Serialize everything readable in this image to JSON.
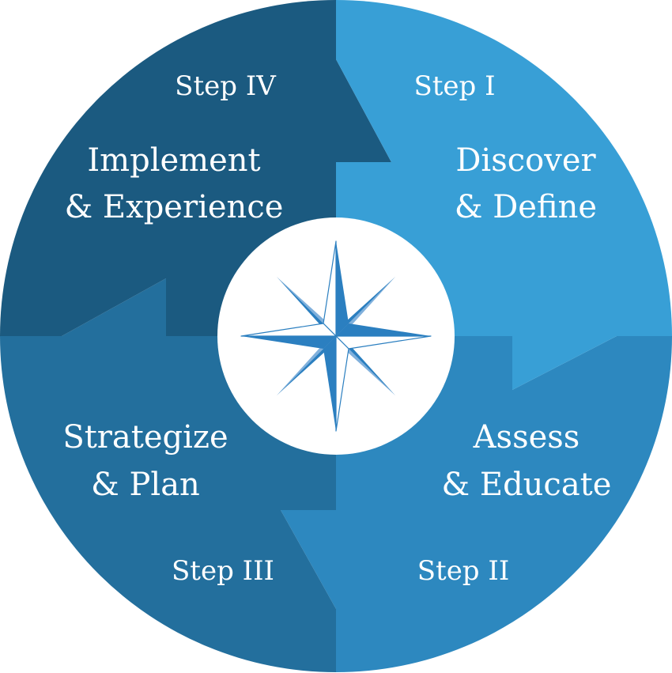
{
  "colors": {
    "step_1": "#389fd6",
    "step_2": "#2d88bf",
    "step_3": "#236f9d",
    "step_4": "#1b5a80",
    "center": "#ffffff",
    "compass_light": "#80b0dc",
    "compass_dark": "#2b7fc0",
    "label": "#ffffff"
  },
  "center_icon": "compass-rose-icon",
  "steps": [
    {
      "step_label": "Step I",
      "title_line1": "Discover",
      "title_line2": "& Define"
    },
    {
      "step_label": "Step II",
      "title_line1": "Assess",
      "title_line2": "& Educate"
    },
    {
      "step_label": "Step III",
      "title_line1": "Strategize",
      "title_line2": "& Plan"
    },
    {
      "step_label": "Step IV",
      "title_line1": "Implement",
      "title_line2": "& Experience"
    }
  ]
}
